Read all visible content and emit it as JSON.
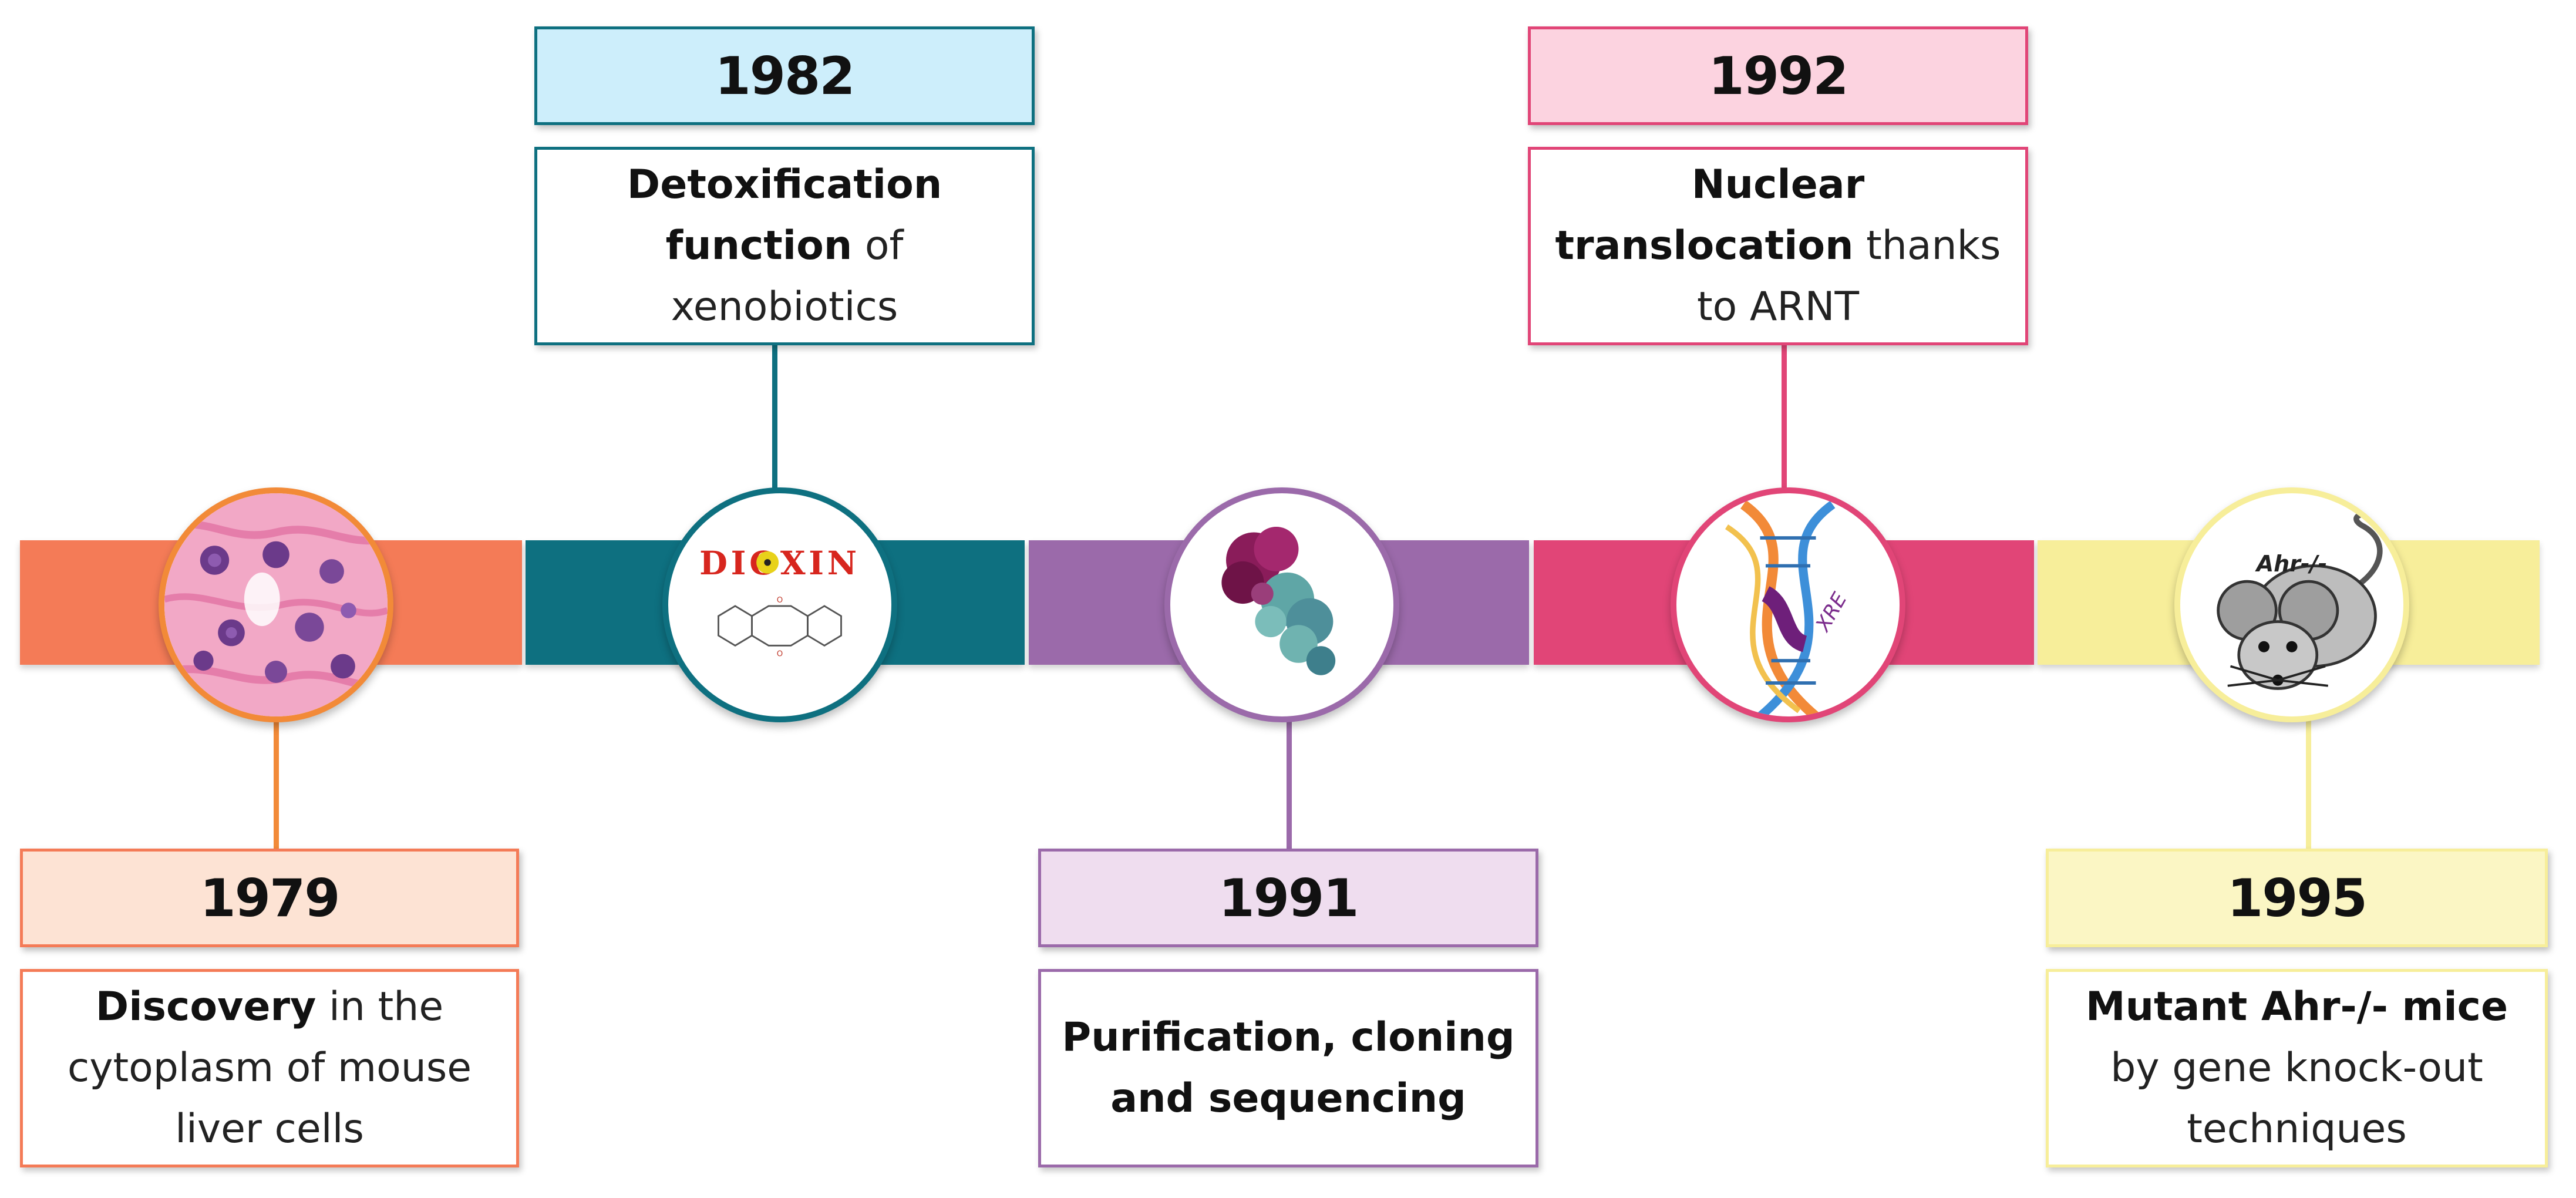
{
  "colors": {
    "orange": "#F47B57",
    "teal": "#0E7080",
    "purple": "#9B6AAA",
    "pink": "#E14577",
    "yellow": "#F7EE9A"
  },
  "events": [
    {
      "year": "1979",
      "desc_bold": "Discovery",
      "desc_rest": " in the cytoplasm of mouse liver cells",
      "icon": "liver-cells-image"
    },
    {
      "year": "1982",
      "desc_bold": "Detoxification function",
      "desc_rest": " of xenobiotics",
      "icon": "dioxin-molecule-image",
      "icon_text": "DIOXIN"
    },
    {
      "year": "1991",
      "desc_bold": "Purification,  cloning and sequencing",
      "desc_rest": "",
      "icon": "protein-structure-image"
    },
    {
      "year": "1992",
      "desc_bold": "Nuclear translocation",
      "desc_rest": " thanks to ARNT",
      "icon": "dna-xre-image",
      "icon_text": "XRE"
    },
    {
      "year": "1995",
      "desc_bold": "Mutant Ahr-/- mice",
      "desc_rest": " by gene knock-out techniques",
      "icon": "mouse-image",
      "icon_text": "Ahr-/-"
    }
  ]
}
